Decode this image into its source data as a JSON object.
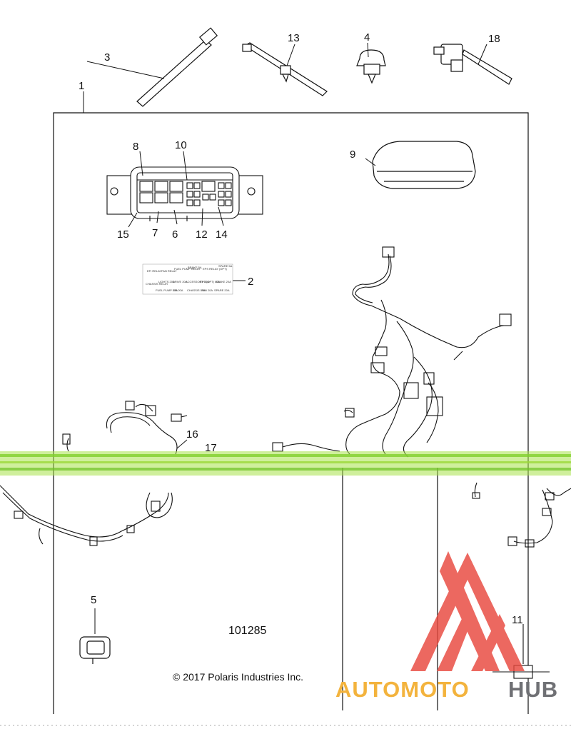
{
  "callouts": {
    "c1": "1",
    "c2": "2",
    "c3": "3",
    "c4": "4",
    "c5": "5",
    "c6": "6",
    "c7": "7",
    "c8": "8",
    "c9": "9",
    "c10": "10",
    "c11": "11",
    "c12": "12",
    "c13": "13",
    "c14": "14",
    "c15": "15",
    "c16": "16",
    "c17": "17",
    "c18": "18"
  },
  "diagram_number": "101285",
  "copyright": "© 2017 Polaris Industries Inc.",
  "fuse_label": {
    "r1": [
      "EFI RELAY",
      "FAN RELAY",
      "FUEL PUMP RELAY",
      "BRAKE 5A",
      "EPS RELAY (OPT)",
      "SPARE 5A"
    ],
    "r2": [
      "CHASSIS RELAY",
      "LIGHTS 20A",
      "DRIVE 20A",
      "ACCESSORY 20A",
      "EPS (OPT) 40A",
      "BRAKE 20A"
    ],
    "r3": [
      "FUEL PUMP 10A",
      "EFI 20A",
      "CHASSIS 15A",
      "FAN 20A",
      "SPARE 20A"
    ]
  },
  "watermark": {
    "part1": "AUTOMOTO",
    "part2": "HUB",
    "color_accent": "#e8483e",
    "color_yellow": "#f3b33d",
    "color_gray": "#6f7074"
  },
  "colors": {
    "line": "#111111",
    "band": "#8fd93a"
  }
}
